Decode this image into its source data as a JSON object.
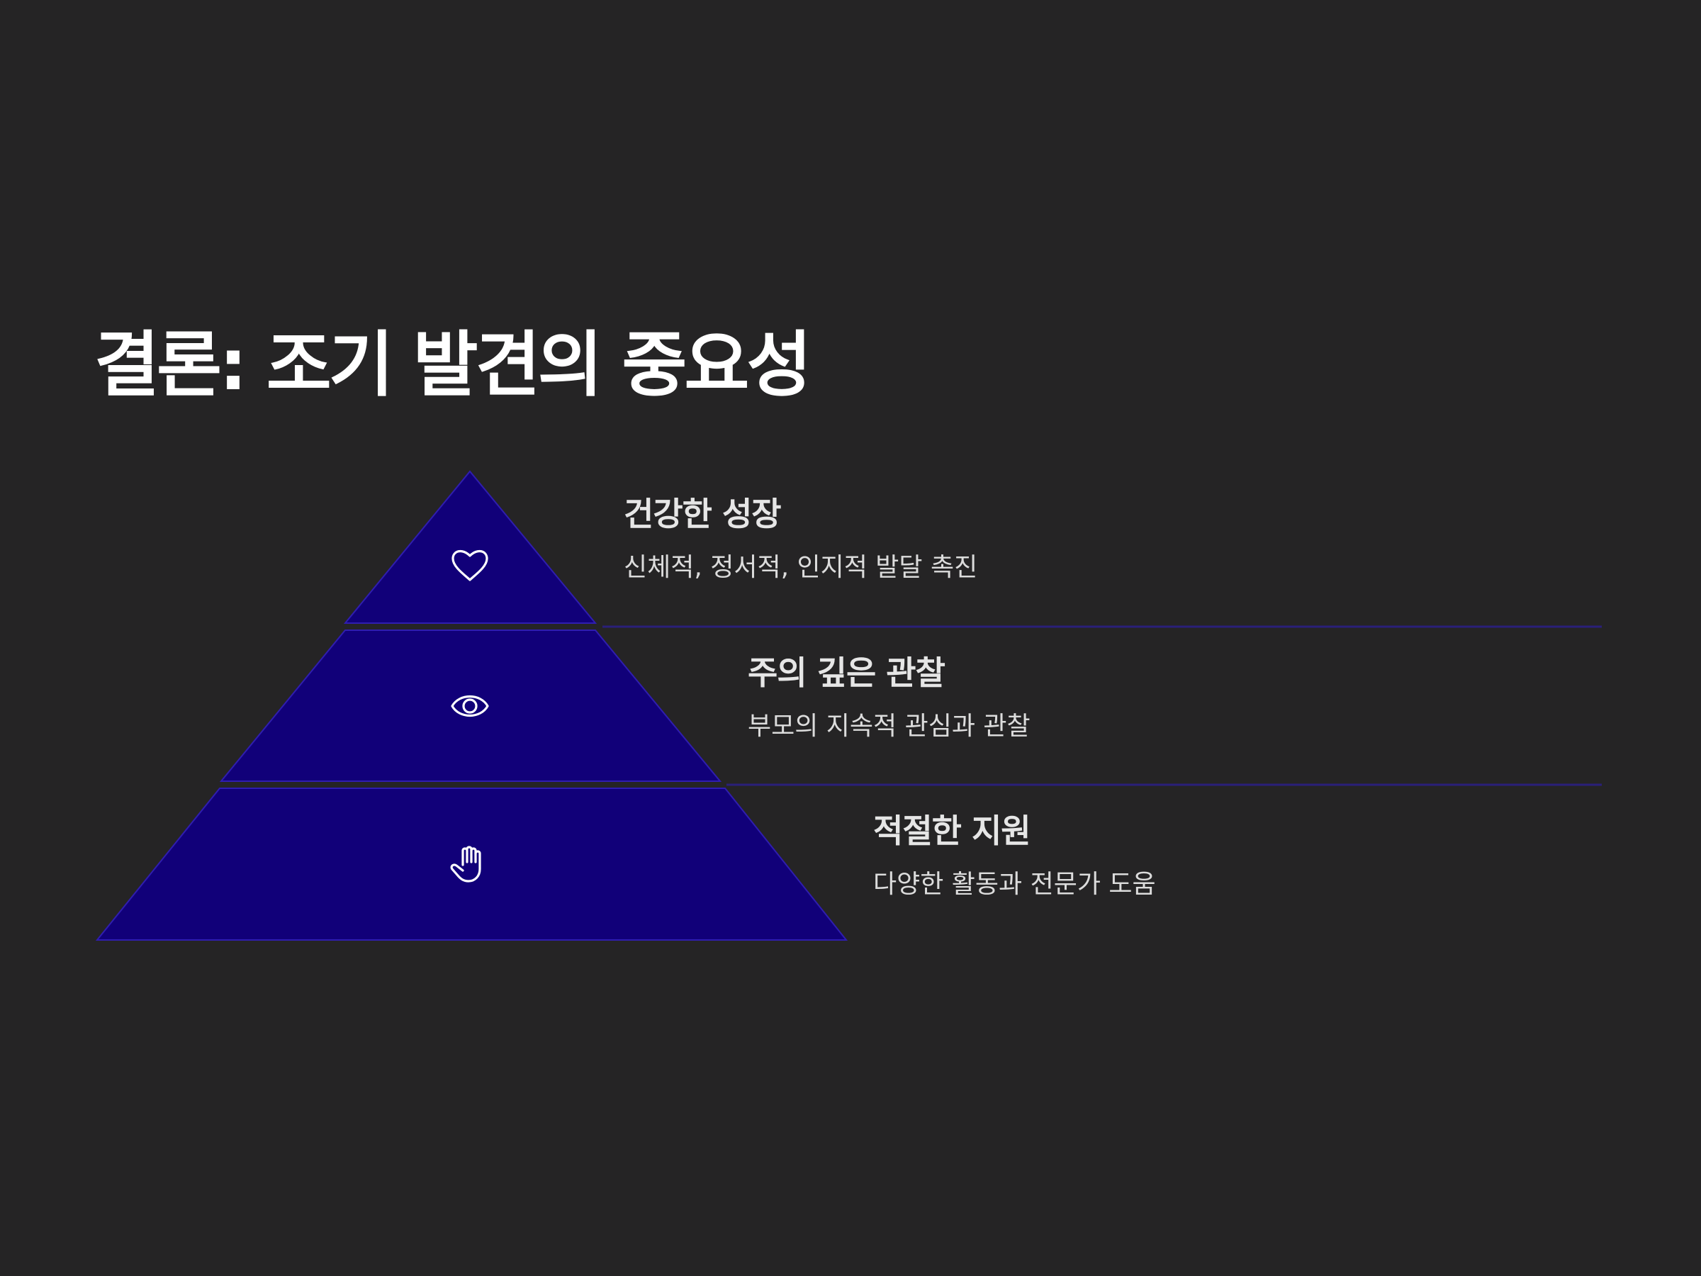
{
  "title": "결론: 조기 발견의 중요성",
  "colors": {
    "background": "#252425",
    "tier_fill": "#110079",
    "tier_stroke": "#2f1db0",
    "divider": "#2a1f7a",
    "icon": "#ffffff"
  },
  "tiers": [
    {
      "heading": "건강한 성장",
      "description": "신체적, 정서적, 인지적 발달 촉진",
      "icon": "heart-icon"
    },
    {
      "heading": "주의 깊은 관찰",
      "description": "부모의 지속적 관심과 관찰",
      "icon": "eye-icon"
    },
    {
      "heading": "적절한 지원",
      "description": "다양한 활동과 전문가 도움",
      "icon": "hand-icon"
    }
  ]
}
